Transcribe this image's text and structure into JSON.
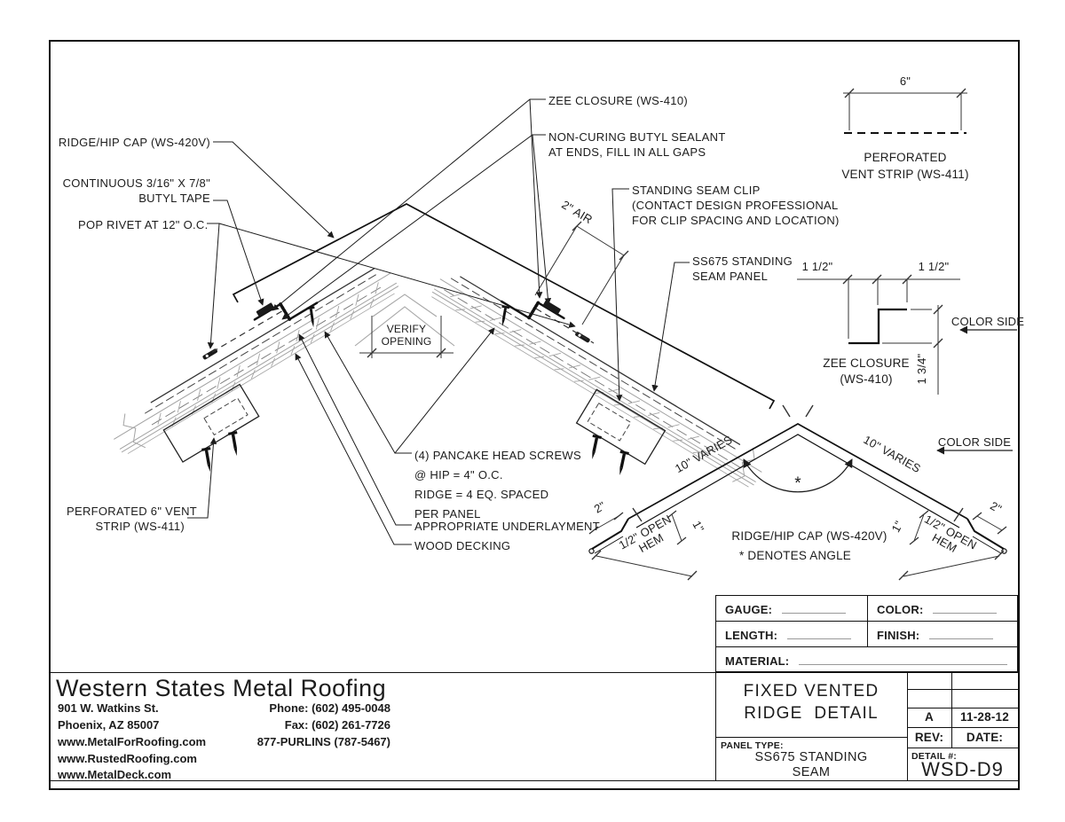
{
  "labels": {
    "ridge_hip_cap": "RIDGE/HIP CAP (WS-420V)",
    "butyl_1": "CONTINUOUS 3/16\" X 7/8\"",
    "butyl_2": "BUTYL TAPE",
    "pop_rivet": "POP RIVET AT 12\" O.C.",
    "zee": "ZEE CLOSURE (WS-410)",
    "sealant_1": "NON-CURING BUTYL SEALANT",
    "sealant_2": "AT ENDS, FILL IN ALL GAPS",
    "clip_1": "STANDING SEAM CLIP",
    "clip_2": "(CONTACT DESIGN PROFESSIONAL",
    "clip_3": "FOR CLIP SPACING AND LOCATION)",
    "panel_1": "SS675 STANDING",
    "panel_2": "SEAM PANEL",
    "air": "2\" AIR",
    "verify_1": "VERIFY",
    "verify_2": "OPENING",
    "screws_1": "(4) PANCAKE HEAD SCREWS",
    "screws_2": "@ HIP = 4\" O.C.",
    "screws_3": "RIDGE = 4 EQ. SPACED",
    "screws_4": "PER PANEL",
    "underlayment": "APPROPRIATE UNDERLAYMENT",
    "decking": "WOOD DECKING",
    "vent_1": "PERFORATED 6\" VENT",
    "vent_2": "STRIP (WS-411)"
  },
  "vent_detail": {
    "dim": "6\"",
    "cap_1": "PERFORATED",
    "cap_2": "VENT STRIP (WS-411)"
  },
  "zee_detail": {
    "dim_l": "1 1/2\"",
    "dim_r": "1 1/2\"",
    "dim_h": "1 3/4\"",
    "color_side": "COLOR SIDE",
    "cap_1": "ZEE CLOSURE",
    "cap_2": "(WS-410)"
  },
  "cap_detail": {
    "varies_l": "10\" VARIES",
    "varies_r": "10\" VARIES",
    "color_side": "COLOR SIDE",
    "star": "*",
    "two_l": "2\"",
    "two_r": "2\"",
    "one_l": "1\"",
    "one_r": "1\"",
    "hem_1": "1/2\" OPEN",
    "hem_2": "HEM",
    "cap_1": "RIDGE/HIP CAP (WS-420V)",
    "cap_2": "* DENOTES ANGLE"
  },
  "spec": {
    "gauge": "GAUGE:",
    "color": "COLOR:",
    "length": "LENGTH:",
    "finish": "FINISH:",
    "material": "MATERIAL:"
  },
  "tb": {
    "company": "Western States Metal Roofing",
    "addr1": "901 W. Watkins St.",
    "addr2": "Phoenix, AZ 85007",
    "web1": "www.MetalForRoofing.com",
    "web2": "www.RustedRoofing.com",
    "web3": "www.MetalDeck.com",
    "phone": "Phone: (602) 495-0048",
    "fax": "Fax: (602) 261-7726",
    "purlins": "877-PURLINS (787-5467)",
    "title1": "FIXED VENTED",
    "title2": "RIDGE  DETAIL",
    "panel_label": "PANEL TYPE:",
    "panel1": "SS675 STANDING",
    "panel2": "SEAM",
    "rev_val": "A",
    "date_val": "11-28-12",
    "rev_label": "REV:",
    "date_label": "DATE:",
    "detail_label": "DETAIL #:",
    "detail_val": "WSD-D9"
  }
}
